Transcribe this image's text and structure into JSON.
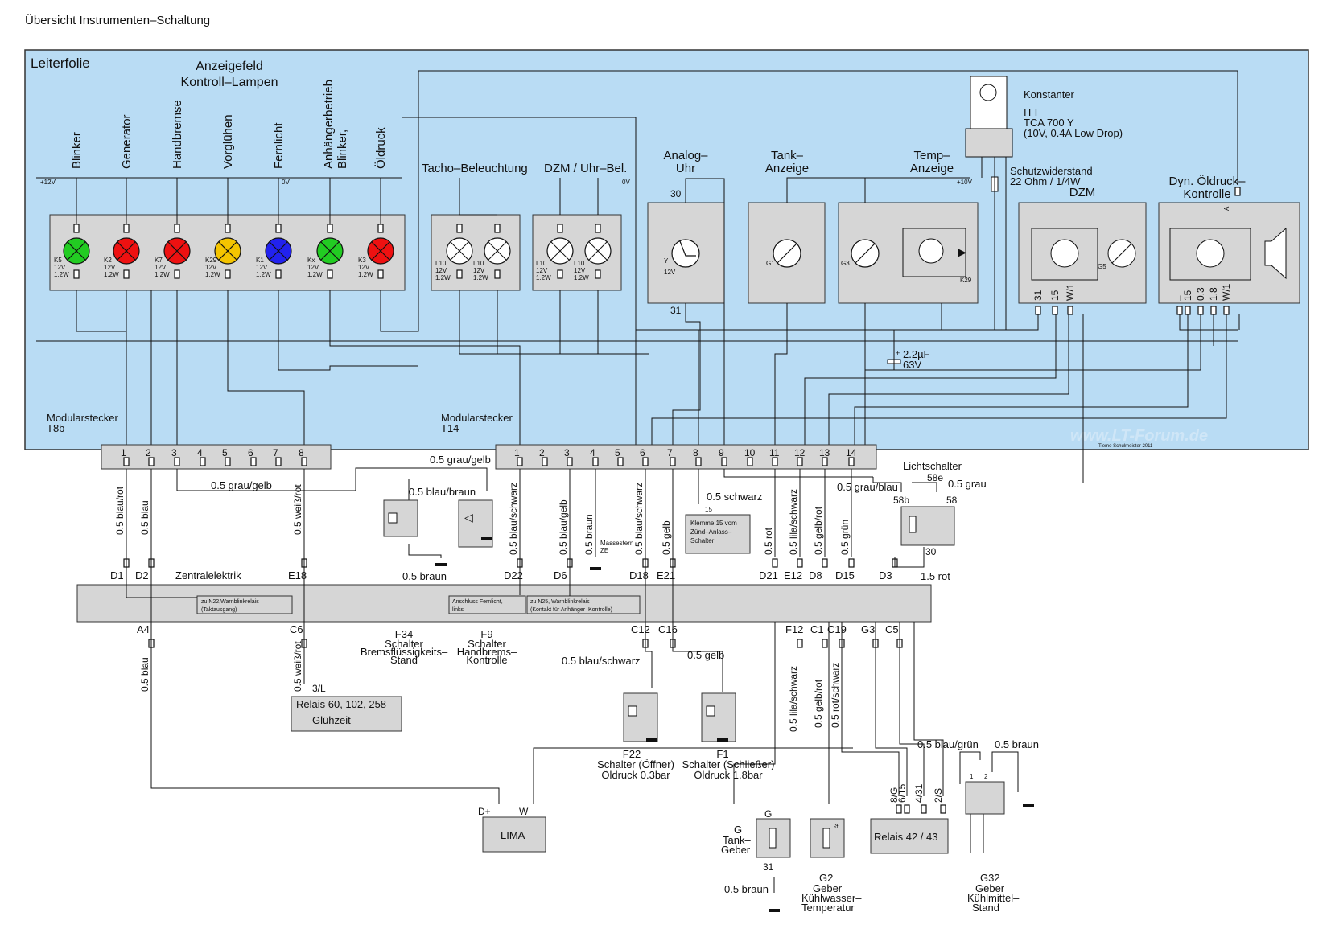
{
  "title": "Übersicht Instrumenten–Schaltung",
  "colors": {
    "board": "#b9dcf4",
    "board_border": "#333333",
    "box": "#d6d6d6",
    "lamp_green": "#22cc22",
    "lamp_red": "#ee1111",
    "lamp_yellow": "#f4c400",
    "lamp_blue": "#2222ee",
    "lamp_white": "#ffffff",
    "wire": "#111111"
  },
  "board": {
    "title": "Leiterfolie",
    "anzeigefeld": [
      "Anzeigefeld",
      "Kontroll–Lampen"
    ],
    "plus12": "+12V",
    "zero_v": "0V",
    "zero_v2": "0V",
    "plus10": "+10V",
    "watermark": "www.LT-Forum.de",
    "credit": "Tiemo Schulmeister 2011"
  },
  "lamps": [
    {
      "label": "Blinker",
      "code": "K5",
      "color": "green"
    },
    {
      "label": "Generator",
      "code": "K2",
      "color": "red"
    },
    {
      "label": "Handbremse",
      "code": "K7",
      "color": "red"
    },
    {
      "label": "Vorglühen",
      "code": "K29",
      "color": "yellow"
    },
    {
      "label": "Fernlicht",
      "code": "K1",
      "color": "blue"
    },
    {
      "label": "Anhängerbetrieb",
      "label2": "Blinker,",
      "code": "Kx",
      "color": "green"
    },
    {
      "label": "Öldruck",
      "code": "K3",
      "color": "red"
    }
  ],
  "lamp_spec": [
    "12V",
    "1.2W"
  ],
  "illum": {
    "tacho_label": "Tacho–Beleuchtung",
    "dzm_label": "DZM / Uhr–Bel.",
    "code": "L10"
  },
  "clock": {
    "title": [
      "Analog–",
      "Uhr"
    ],
    "pin_top": "30",
    "pin_bottom": "31",
    "code": "Y",
    "volt": "12V"
  },
  "tank": {
    "title": [
      "Tank–",
      "Anzeige"
    ],
    "code": "G1"
  },
  "temp": {
    "title": [
      "Temp–",
      "Anzeige"
    ],
    "code": "G3",
    "code2": "K29"
  },
  "konstanter": {
    "title": "Konstanter",
    "line1": "ITT",
    "line2": "TCA 700 Y",
    "line3": "(10V, 0.4A Low Drop)"
  },
  "schutz": {
    "line1": "Schutzwiderstand",
    "line2": "22 Ohm / 1/4W"
  },
  "dzm": {
    "title": "DZM",
    "code": "G5",
    "pins": [
      "31",
      "15",
      "W/1"
    ]
  },
  "oil": {
    "title": [
      "Dyn. Öldruck–",
      "Kontrolle"
    ],
    "pins": [
      "–",
      "15",
      "0.3",
      "1.8",
      "W/1"
    ],
    "pin_a": "A"
  },
  "capacitor": {
    "v1": "2.2µF",
    "v2": "63V",
    "plus": "+"
  },
  "t8b": {
    "title": [
      "Modularstecker",
      "T8b"
    ],
    "pins": [
      "1",
      "2",
      "3",
      "4",
      "5",
      "6",
      "7",
      "8"
    ]
  },
  "t14": {
    "title": [
      "Modularstecker",
      "T14"
    ],
    "pins": [
      "1",
      "2",
      "3",
      "4",
      "5",
      "6",
      "7",
      "8",
      "9",
      "10",
      "11",
      "12",
      "13",
      "14"
    ]
  },
  "wires": {
    "w1": "0.5 blau/rot",
    "w2": "0.5 blau",
    "w_grau_gelb": "0.5 grau/gelb",
    "w_grau_gelb2": "0.5 grau/gelb",
    "w_weiss_rot": "0.5 weiß/rot",
    "w_blau_braun": "0.5 blau/braun",
    "w_braun_f34": "0.5 braun",
    "w_t14_1": "0.5 blau/schwarz",
    "w_t14_3": "0.5 blau/gelb",
    "w_t14_4": "0.5 braun",
    "w_t14_6": "0.5 blau/schwarz",
    "w_t14_7": "0.5 gelb",
    "w_t14_8": "0.5 schwarz",
    "w_t14_11": "0.5 rot",
    "w_t14_12": "0.5 lila/schwarz",
    "w_t14_13": "0.5 gelb/rot",
    "w_t14_14": "0.5 grün",
    "w_grau_blau": "0.5 grau/blau",
    "w_grau": "0.5 grau",
    "w_15rot": "1.5 rot",
    "w_c6": "0.5 weiß/rot",
    "w_a4": "0.5 blau",
    "w_c12": "0.5 blau/schwarz",
    "w_c16": "0.5 gelb",
    "w_f12": "0.5 lila/schwarz",
    "w_c1": "0.5 gelb/rot",
    "w_c1b": "0.5 gelb/rot",
    "w_c19": "0.5 rot/schwarz",
    "w_blau_gruen": "0.5 blau/grün",
    "w_braun_g32": "0.5 braun",
    "w_braun_g": "0.5 braun"
  },
  "massestern": [
    "Massestern",
    "ZE"
  ],
  "klemme": {
    "pin": "15",
    "lines": [
      "Klemme 15 vom",
      "Zünd–Anlass–",
      "Schalter"
    ]
  },
  "lichtschalter": {
    "title": "Lichtschalter",
    "p58e": "58e",
    "p58b": "58b",
    "p58": "58",
    "p30": "30"
  },
  "ze": {
    "title": "Zentralelektrik",
    "top_pins": [
      "D1",
      "D2",
      "E18",
      "D22",
      "D6",
      "D18",
      "E21",
      "D21",
      "E12",
      "D8",
      "D15",
      "D3"
    ],
    "bottom_pins": [
      "A4",
      "C6",
      "C12",
      "C16",
      "F12",
      "C1",
      "C19",
      "G3",
      "C5"
    ],
    "note1": [
      "zu N22,Warnblinkrelais",
      "(Taktausgang)"
    ],
    "note2": [
      "Anschluss Fernlicht,",
      "links"
    ],
    "note3": [
      "zu N25, Warnblinkrelais",
      "(Kontakt für Anhänger–Kontrolle)"
    ]
  },
  "f34": [
    "F34",
    "Schalter",
    "Bremsflüssigkeits–",
    "Stand"
  ],
  "f9": [
    "F9",
    "Schalter",
    "Handbrems–",
    "Kontrolle"
  ],
  "relais_glueh": {
    "pin": "3/L",
    "line1": "Relais 60, 102, 258",
    "line2": "Glühzeit"
  },
  "f22": [
    "F22",
    "Schalter (Öffner)",
    "Öldruck  0.3bar"
  ],
  "f1": [
    "F1",
    "Schalter (Schließer)",
    "Öldruck  1.8bar"
  ],
  "lima": {
    "title": "LIMA",
    "p1": "D+",
    "p2": "W"
  },
  "g_tank": {
    "pin": "G",
    "pin_b": "31",
    "code": "G",
    "lines": [
      "Tank–",
      "Geber"
    ]
  },
  "g2": {
    "code": "G2",
    "lines": [
      "Geber",
      "Kühlwasser–",
      "Temperatur"
    ],
    "theta": "ϑ"
  },
  "relais42": {
    "title": "Relais 42 / 43",
    "pins": [
      "8/G",
      "6/15",
      "4/31",
      "2/S"
    ]
  },
  "g32": {
    "code": "G32",
    "lines": [
      "Geber",
      "Kühlmittel–",
      "Stand"
    ],
    "p1": "1",
    "p2": "2"
  }
}
